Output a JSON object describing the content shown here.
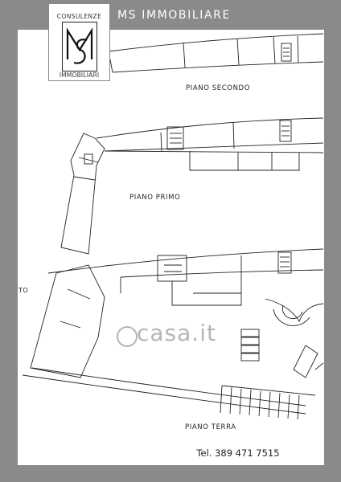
{
  "brand": {
    "name": "MS IMMOBILIARE",
    "logo_top": "CONSULENZE",
    "logo_bottom": "IMMOBILIARI"
  },
  "floors": {
    "second": "PIANO SECONDO",
    "first": "PIANO PRIMO",
    "ground": "PIANO TERRA"
  },
  "fragment_label": "TO",
  "watermark": "casa.it",
  "contact": {
    "phone": "Tel. 389 471 7515"
  },
  "colors": {
    "frame": "#8a8a8a",
    "sheet": "#ffffff",
    "line": "#222222"
  }
}
